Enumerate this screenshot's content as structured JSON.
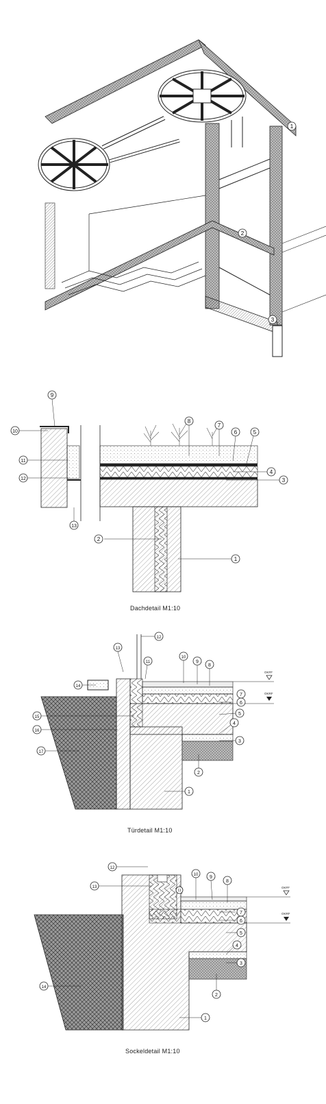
{
  "iso": {
    "callouts": [
      "1",
      "2",
      "3"
    ]
  },
  "dach": {
    "caption": "Dachdetail  M1:10",
    "callouts": [
      "1",
      "2",
      "3",
      "4",
      "5",
      "6",
      "7",
      "8",
      "9",
      "10",
      "11",
      "12",
      "13"
    ]
  },
  "tuer": {
    "caption": "Türdetail  M1:10",
    "callouts": [
      "1",
      "2",
      "3",
      "4",
      "5",
      "6",
      "7",
      "8",
      "9",
      "10",
      "11",
      "12",
      "13",
      "14",
      "15",
      "16",
      "17"
    ],
    "level_okff": "OKFF",
    "level_okrf": "OKRF"
  },
  "sockel": {
    "caption": "Sockeldetail  M1:10",
    "callouts": [
      "1",
      "2",
      "3",
      "4",
      "5",
      "6",
      "7",
      "8",
      "9",
      "10",
      "11",
      "12",
      "13",
      "14"
    ],
    "level_okff": "OKFF",
    "level_okrf": "OKRF"
  }
}
